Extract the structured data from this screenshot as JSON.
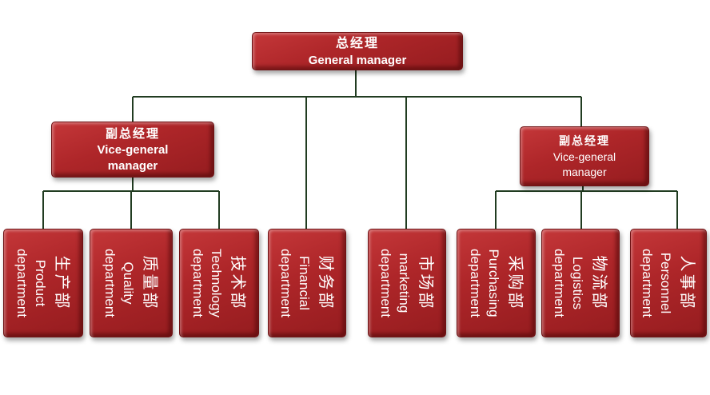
{
  "palette": {
    "box_red": "#ae2629",
    "box_border": "#6e1113",
    "line_green": "#213c21",
    "text": "#ffffff"
  },
  "org": {
    "general_manager": {
      "zh": "总经理",
      "en": "General manager"
    },
    "vice_general_left": {
      "zh": "副总经理",
      "en": "Vice-general manager"
    },
    "vice_general_right": {
      "zh": "副总经理",
      "en": "Vice-general manager"
    },
    "departments": [
      {
        "zh": "生产部",
        "en1": "Product",
        "en2": "department"
      },
      {
        "zh": "质量部",
        "en1": "Quality",
        "en2": "department"
      },
      {
        "zh": "技术部",
        "en1": "Technology",
        "en2": "department"
      },
      {
        "zh": "财务部",
        "en1": "Financial",
        "en2": "department"
      },
      {
        "zh": "市场部",
        "en1": "marketing",
        "en2": "department"
      },
      {
        "zh": "采购部",
        "en1": "Purchasing",
        "en2": "department"
      },
      {
        "zh": "物流部",
        "en1": "Logistics",
        "en2": "department"
      },
      {
        "zh": "人事部",
        "en1": "Personnel",
        "en2": "department"
      }
    ]
  }
}
